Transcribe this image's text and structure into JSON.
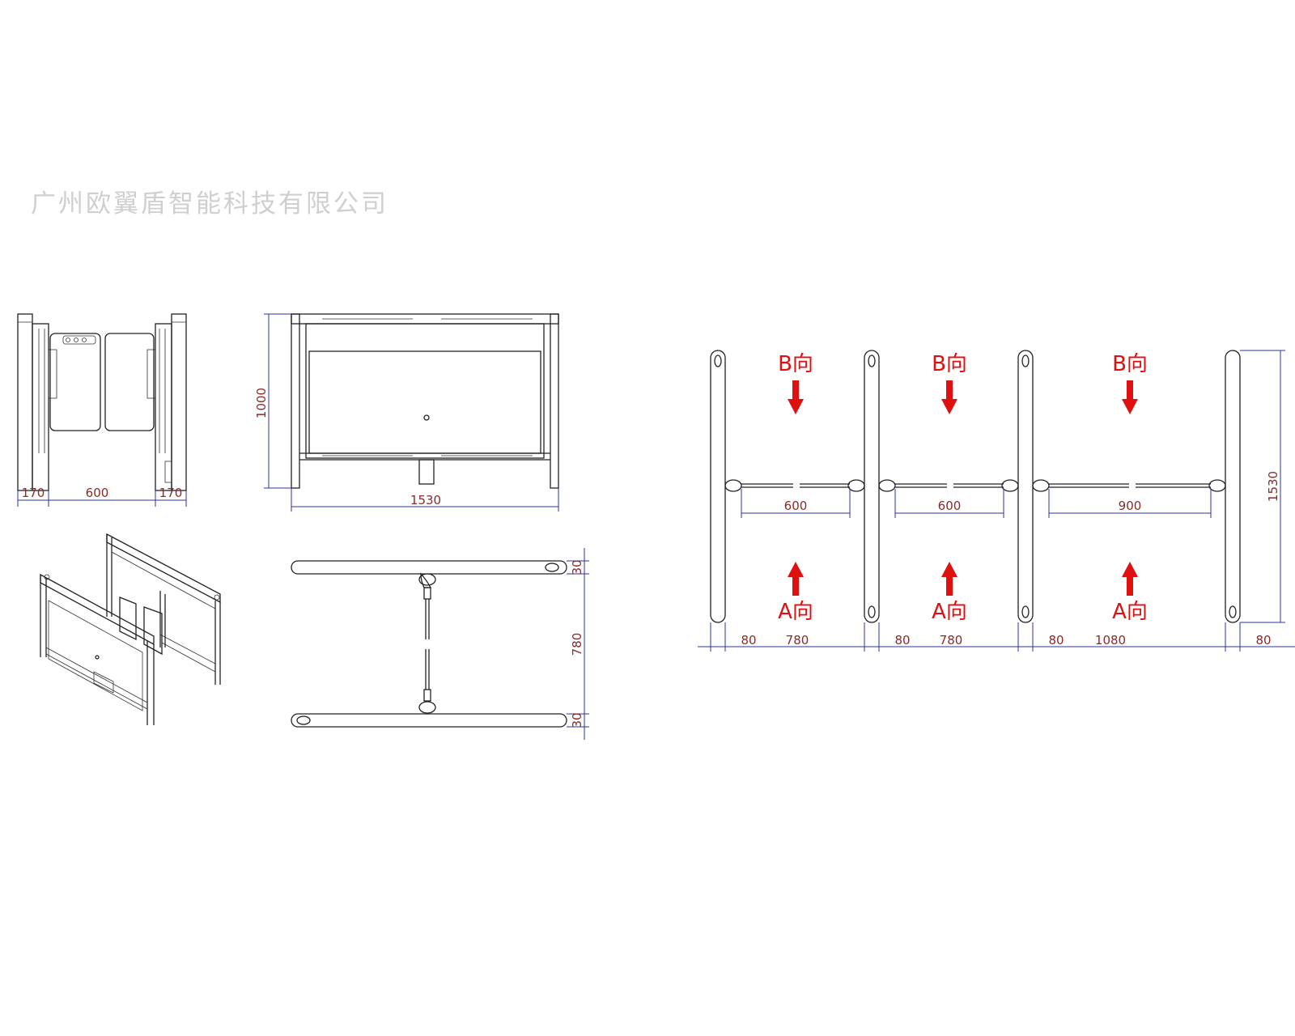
{
  "company": {
    "name": "广州欧翼盾智能科技有限公司"
  },
  "front_view": {
    "dims": [
      "170",
      "600",
      "170"
    ]
  },
  "side_view": {
    "height_dim": "1000",
    "width_dim": "1530"
  },
  "top_view": {
    "dims": [
      "30",
      "780",
      "30"
    ]
  },
  "layout_view": {
    "lane_widths": [
      "600",
      "600",
      "900"
    ],
    "direction_b": "B向",
    "direction_a": "A向",
    "bottom_dims": [
      "80",
      "780",
      "80",
      "780",
      "80",
      "1080",
      "80"
    ],
    "length_dim": "1530"
  },
  "colors": {
    "direction": "#e01010",
    "dimension_line": "#3030a0",
    "dimension_text": "#8a2a2a",
    "watermark": "#cfcfcf"
  }
}
